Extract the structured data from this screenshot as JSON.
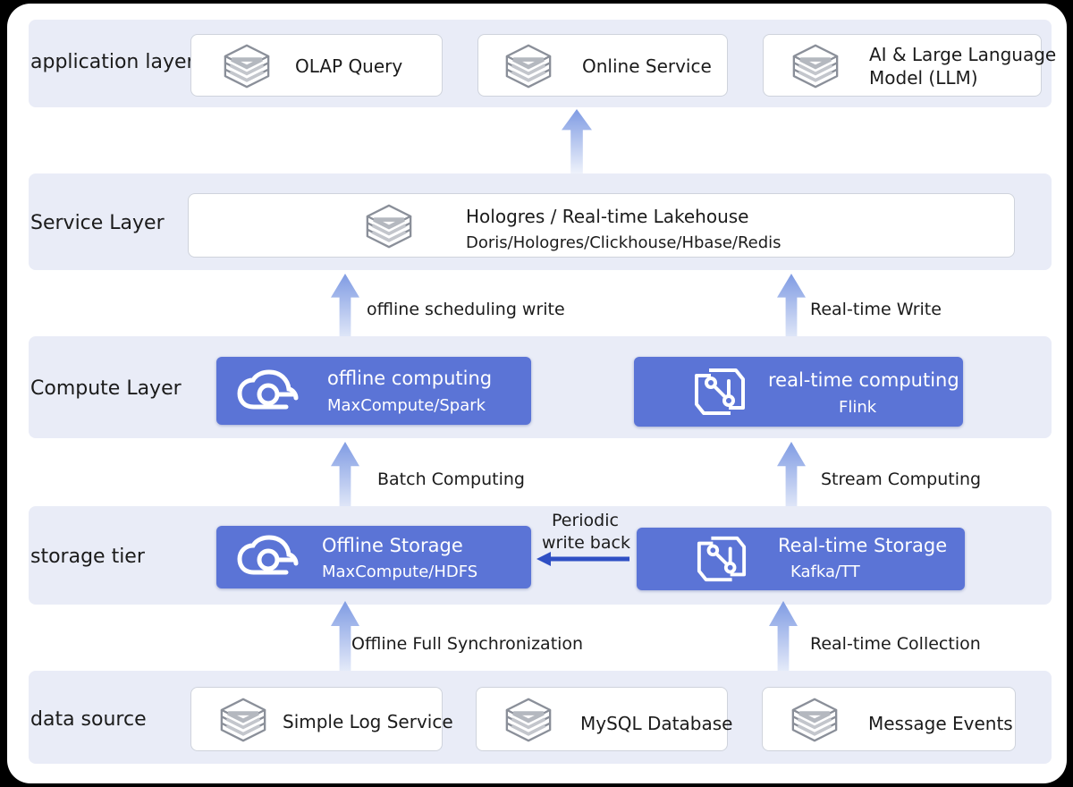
{
  "layers": {
    "application": "application layer",
    "service": "Service Layer",
    "compute": "Compute Layer",
    "storage": "storage tier",
    "source": "data source"
  },
  "application_cards": [
    {
      "label": "OLAP Query"
    },
    {
      "label": "Online Service"
    },
    {
      "label_line1": "AI & Large Language",
      "label_line2": "Model (LLM)"
    }
  ],
  "service_card": {
    "title": "Hologres / Real-time Lakehouse",
    "subtitle": "Doris/Hologres/Clickhouse/Hbase/Redis"
  },
  "compute_cards": [
    {
      "title": "offline computing",
      "subtitle": "MaxCompute/Spark",
      "icon": "cloud-icon"
    },
    {
      "title": "real-time computing",
      "subtitle": "Flink",
      "icon": "flow-icon"
    }
  ],
  "storage_cards": [
    {
      "title": "Offline Storage",
      "subtitle": "MaxCompute/HDFS",
      "icon": "cloud-icon"
    },
    {
      "title": "Real-time Storage",
      "subtitle": "Kafka/TT",
      "icon": "flow-icon"
    }
  ],
  "source_cards": [
    {
      "label": "Simple Log Service"
    },
    {
      "label": "MySQL Database"
    },
    {
      "label": "Message Events"
    }
  ],
  "arrows": {
    "offline_scheduling_write": "offline scheduling write",
    "realtime_write": "Real-time Write",
    "batch_computing": "Batch Computing",
    "stream_computing": "Stream Computing",
    "periodic_line1": "Periodic",
    "periodic_line2": "write back",
    "offline_full_sync": "Offline Full Synchronization",
    "realtime_collection": "Real-time Collection"
  },
  "colors": {
    "band": "#e9ecf7",
    "blue_card": "#5b74d6",
    "arrow_gradient_top": "#8fa8e6",
    "arrow_gradient_bottom": "#eef2fb",
    "write_back_arrow": "#2f4fc4"
  }
}
